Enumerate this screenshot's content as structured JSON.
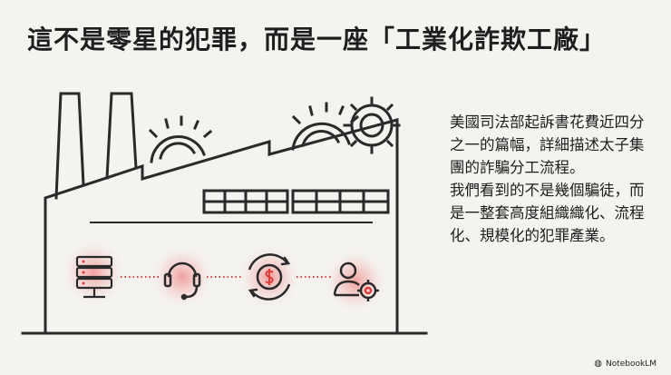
{
  "title": "這不是零星的犯罪，而是一座「工業化詐欺工廠」",
  "paragraphs": [
    "美國司法部起訴書花費近四分之一的篇幅，詳細描述太子集團的詐騙分工流程。",
    "我們看到的不是幾個騙徒，而是一整套高度組織織化、流程化、規模化的犯罪產業。"
  ],
  "process_icons": [
    "server-icon",
    "headset-icon",
    "money-cycle-icon",
    "user-target-icon"
  ],
  "accent_color": "#e03b3b",
  "brand": {
    "label": "NotebookLM",
    "icon": "notebooklm-logo"
  }
}
